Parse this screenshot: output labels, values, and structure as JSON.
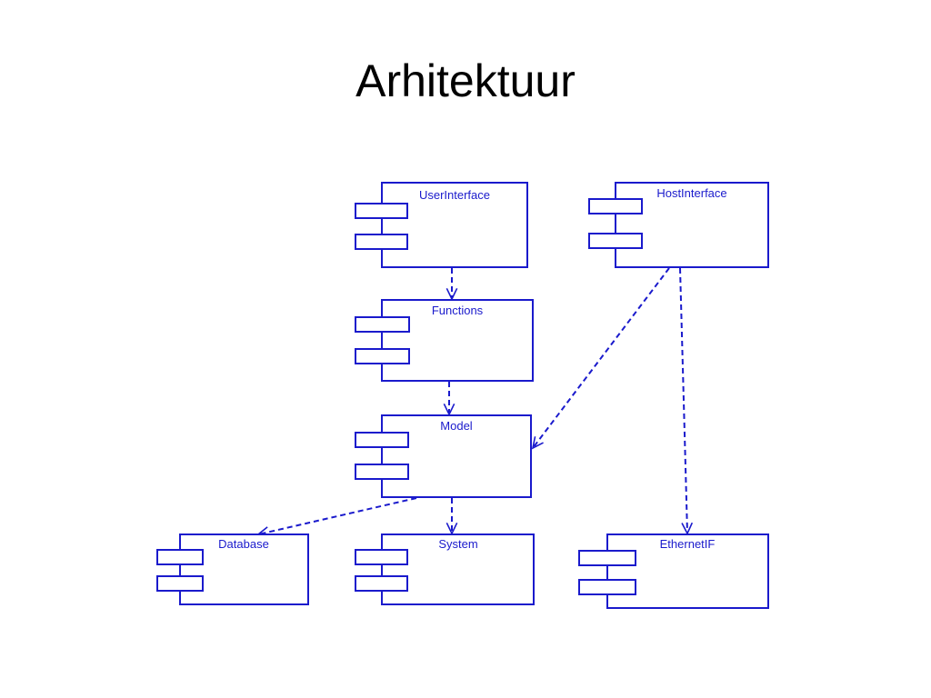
{
  "slide": {
    "title": "Arhitektuur"
  },
  "diagram": {
    "line_color": "#1a1acc",
    "components": [
      {
        "id": "ui",
        "label": "UserInterface"
      },
      {
        "id": "host",
        "label": "HostInterface"
      },
      {
        "id": "func",
        "label": "Functions"
      },
      {
        "id": "model",
        "label": "Model"
      },
      {
        "id": "db",
        "label": "Database"
      },
      {
        "id": "sys",
        "label": "System"
      },
      {
        "id": "eth",
        "label": "EthernetIF"
      }
    ],
    "dependencies": [
      {
        "from": "UserInterface",
        "to": "Functions"
      },
      {
        "from": "Functions",
        "to": "Model"
      },
      {
        "from": "HostInterface",
        "to": "Model"
      },
      {
        "from": "HostInterface",
        "to": "EthernetIF"
      },
      {
        "from": "Model",
        "to": "Database"
      },
      {
        "from": "Model",
        "to": "System"
      }
    ]
  }
}
